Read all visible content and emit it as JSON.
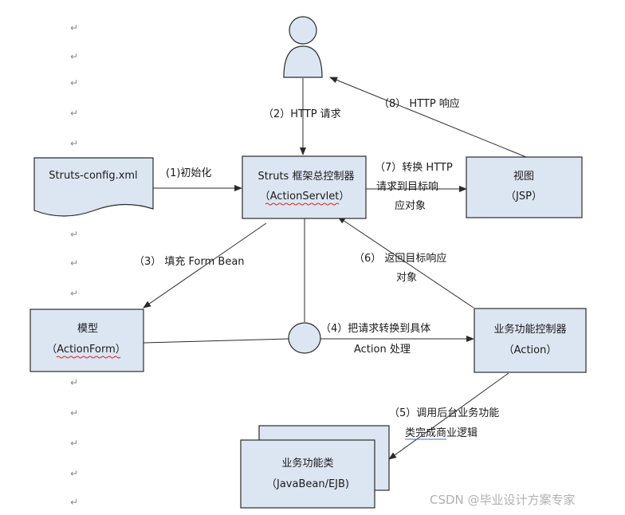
{
  "nodes": {
    "user": {
      "label": ""
    },
    "config": {
      "line1": "Struts-config.xml"
    },
    "controller": {
      "line1": "Struts 框架总控制器",
      "line2": "（ActionServlet）"
    },
    "view": {
      "line1": "视图",
      "line2": "（JSP）"
    },
    "model": {
      "line1": "模型",
      "line2": "（ActionForm）"
    },
    "action": {
      "line1": "业务功能控制器",
      "line2": "（Action）"
    },
    "business": {
      "line1": "业务功能类",
      "line2": "（JavaBean/EJB)"
    }
  },
  "edges": {
    "e1": {
      "label": "(1)初始化"
    },
    "e2": {
      "label": "（2）HTTP 请求"
    },
    "e3": {
      "label": "（3） 填充 Form Bean"
    },
    "e4": {
      "line1": "（4）把请求转换到具体",
      "line2": "Action 处理"
    },
    "e5": {
      "line1": "（5）调用后台业务功能",
      "line2": "类完成商业逻辑"
    },
    "e6": {
      "line1": "（6） 返回目标响应",
      "line2": "对象"
    },
    "e7": {
      "line1": "（7）转换 HTTP",
      "line2": "请求到目标响",
      "line3": "应对象"
    },
    "e8": {
      "label": "（8） HTTP 响应"
    }
  },
  "para_mark": "↵",
  "watermark": "CSDN @毕业设计方案专家",
  "colors": {
    "box_fill": "#dce6f2",
    "stroke": "#2b2b2b"
  }
}
